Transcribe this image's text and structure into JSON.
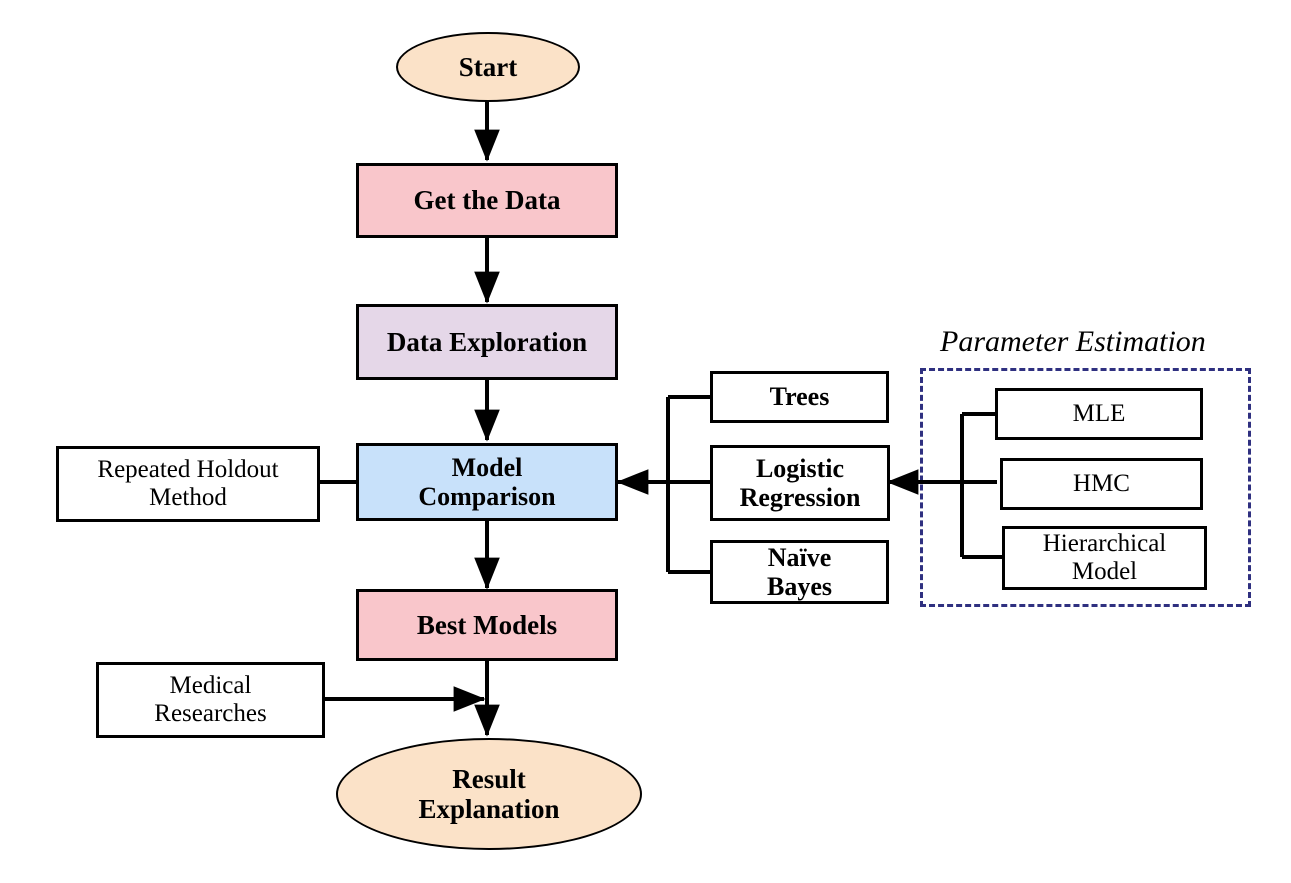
{
  "diagram": {
    "title": "Machine learning workflow flowchart",
    "palette": {
      "peach": "#fbe2c8",
      "pink": "#f9c6cb",
      "lavender": "#e5d7e8",
      "blue": "#c8e1fa",
      "white": "#ffffff",
      "stroke": "#000000",
      "group_dash": "#2f3080"
    },
    "group": {
      "label": "Parameter Estimation"
    },
    "nodes": {
      "start": {
        "label": "Start",
        "shape": "ellipse",
        "fill": "#fbe2c8"
      },
      "get_the_data": {
        "label": "Get the Data",
        "shape": "rect",
        "fill": "#f9c6cb"
      },
      "data_exploration": {
        "label": "Data Exploration",
        "shape": "rect",
        "fill": "#e5d7e8"
      },
      "model_comparison": {
        "label": "Model\nComparison",
        "shape": "rect",
        "fill": "#c8e1fa"
      },
      "repeated_holdout": {
        "label": "Repeated Holdout\nMethod",
        "shape": "rect",
        "fill": "#ffffff"
      },
      "trees": {
        "label": "Trees",
        "shape": "rect",
        "fill": "#ffffff"
      },
      "logistic_regression": {
        "label": "Logistic\nRegression",
        "shape": "rect",
        "fill": "#ffffff"
      },
      "naive_bayes": {
        "label": "Naïve\nBayes",
        "shape": "rect",
        "fill": "#ffffff"
      },
      "mle": {
        "label": "MLE",
        "shape": "rect",
        "fill": "#ffffff"
      },
      "hmc": {
        "label": "HMC",
        "shape": "rect",
        "fill": "#ffffff"
      },
      "hierarchical_model": {
        "label": "Hierarchical\nModel",
        "shape": "rect",
        "fill": "#ffffff"
      },
      "best_models": {
        "label": "Best Models",
        "shape": "rect",
        "fill": "#f9c6cb"
      },
      "medical_researches": {
        "label": "Medical\nResearches",
        "shape": "rect",
        "fill": "#ffffff"
      },
      "result_explanation": {
        "label": "Result\nExplanation",
        "shape": "ellipse",
        "fill": "#fbe2c8"
      }
    },
    "edges": [
      {
        "from": "start",
        "to": "get_the_data",
        "arrow": true
      },
      {
        "from": "get_the_data",
        "to": "data_exploration",
        "arrow": true
      },
      {
        "from": "data_exploration",
        "to": "model_comparison",
        "arrow": true
      },
      {
        "from": "repeated_holdout",
        "to": "model_comparison",
        "arrow": false
      },
      {
        "from": "model_selection_bus",
        "to": "model_comparison",
        "arrow": true
      },
      {
        "from": "trees",
        "to": "model_selection_bus",
        "arrow": false
      },
      {
        "from": "logistic_regression",
        "to": "model_selection_bus",
        "arrow": false
      },
      {
        "from": "naive_bayes",
        "to": "model_selection_bus",
        "arrow": false
      },
      {
        "from": "parameter_estimation_bus",
        "to": "logistic_regression",
        "arrow": true
      },
      {
        "from": "mle",
        "to": "parameter_estimation_bus",
        "arrow": false
      },
      {
        "from": "hmc",
        "to": "parameter_estimation_bus",
        "arrow": false
      },
      {
        "from": "hierarchical_model",
        "to": "parameter_estimation_bus",
        "arrow": false
      },
      {
        "from": "model_comparison",
        "to": "best_models",
        "arrow": true
      },
      {
        "from": "best_models",
        "to": "result_explanation",
        "arrow": true
      },
      {
        "from": "medical_researches",
        "to": "best_models_to_result_edge",
        "arrow": true
      }
    ]
  }
}
